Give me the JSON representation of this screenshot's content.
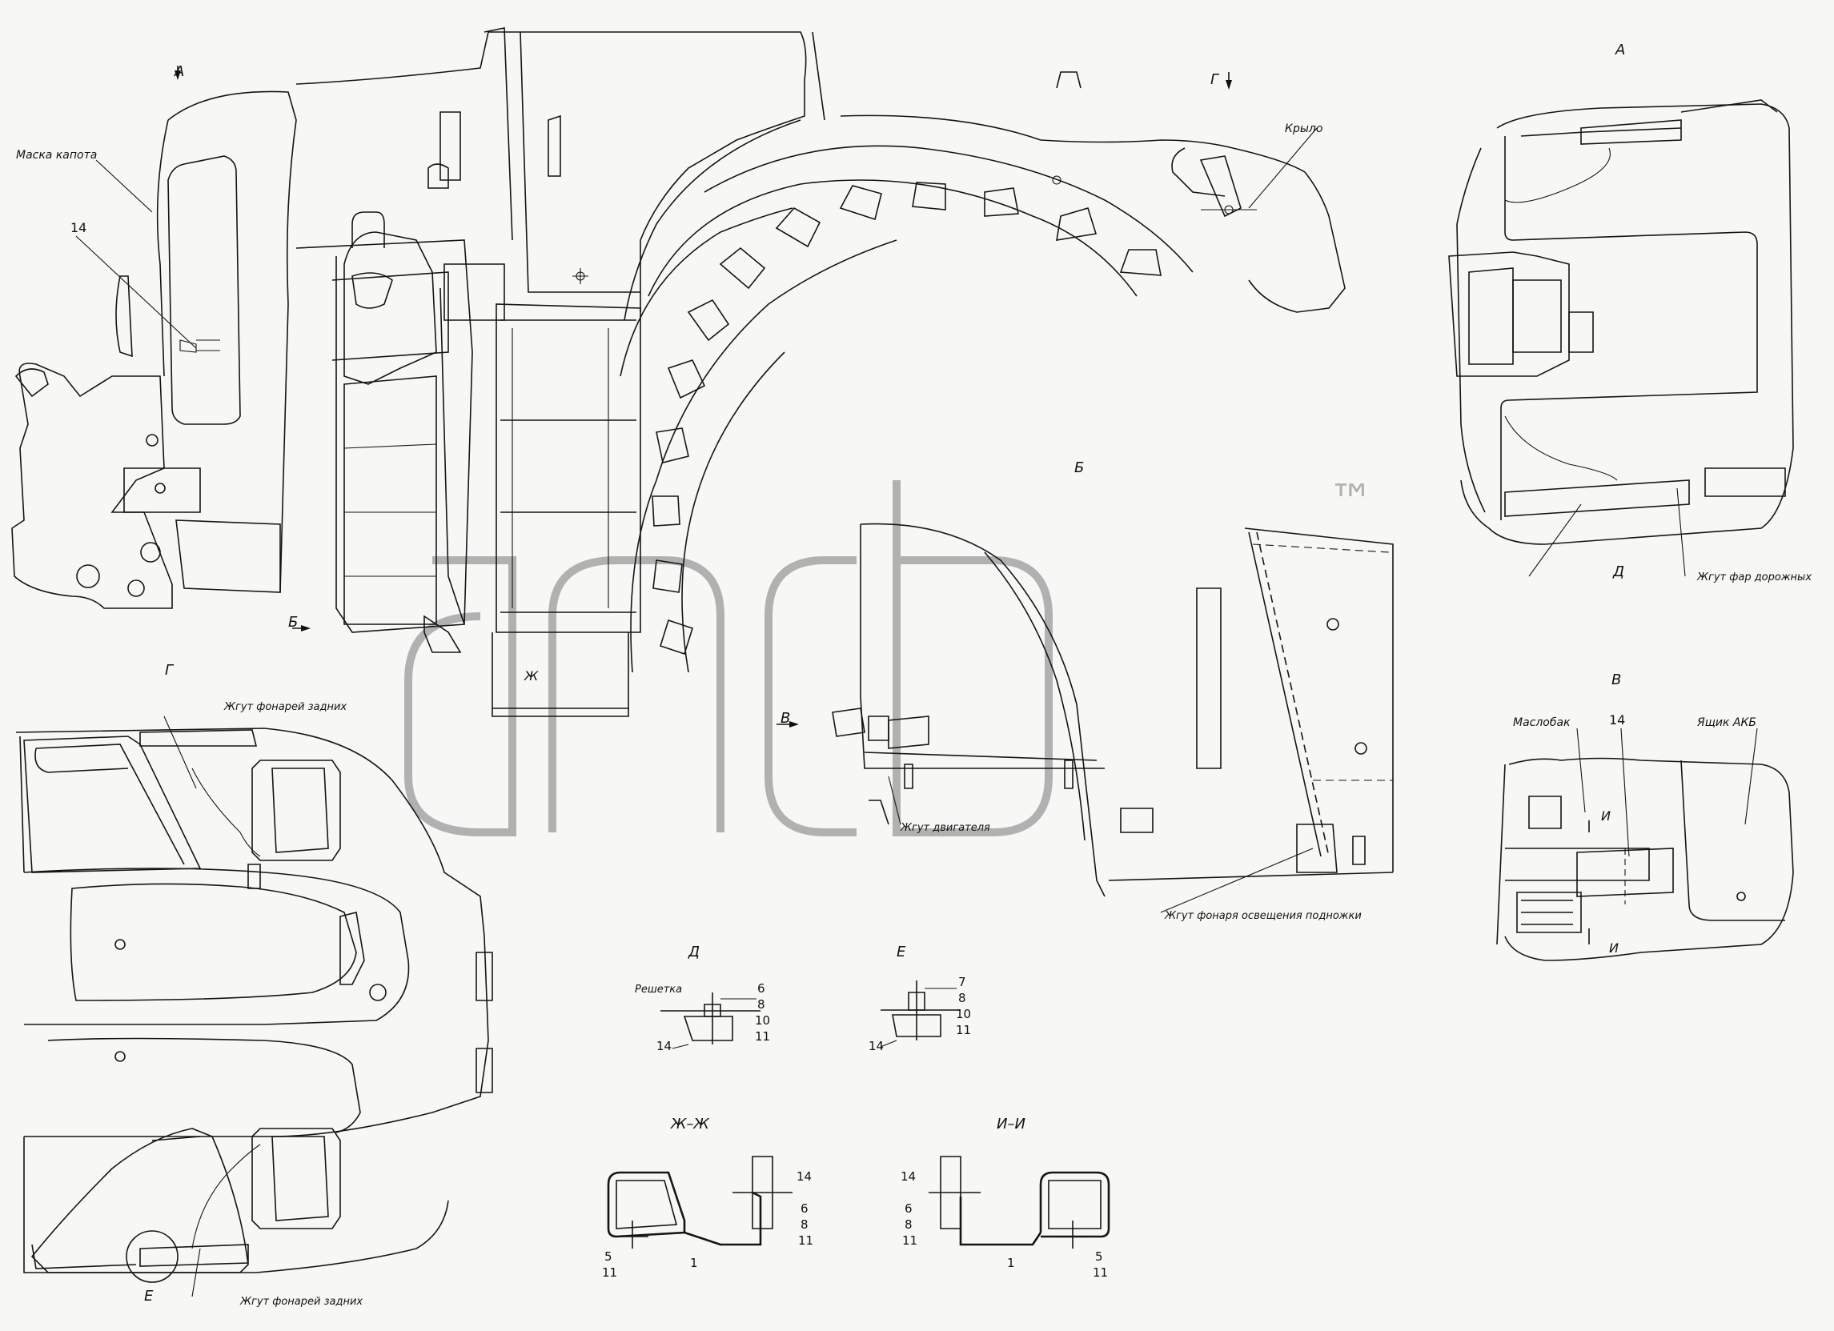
{
  "views": {
    "a_top": "А",
    "g_top": "Г",
    "a_right": "А",
    "b": "Б",
    "b_arrow": "Б",
    "v": "В",
    "v_arrow": "В",
    "g": "Г",
    "d": "Д",
    "d_mark": "Д",
    "e": "Е",
    "e_mark": "Е",
    "zh_mark": "Ж",
    "zh_section": "Ж–Ж",
    "i_section": "И–И",
    "i_mark_1": "И",
    "i_mark_2": "И"
  },
  "labels": {
    "mask": "Маска капота",
    "wing": "Крыло",
    "harness_rear_top": "Жгут фонарей задних",
    "harness_rear_bottom": "Жгут фонарей задних",
    "harness_engine": "Жгут двигателя",
    "harness_step": "Жгут фонаря освещения подножки",
    "harness_road": "Жгут фар дорожных",
    "oil_tank": "Маслобак",
    "battery_box": "Ящик АКБ",
    "grille": "Решетка"
  },
  "numbers": {
    "pos14_left": "14",
    "pos14_v": "14",
    "d_14": "14",
    "d_6": "6",
    "d_8": "8",
    "d_10": "10",
    "d_11": "11",
    "e_7": "7",
    "e_8": "8",
    "e_10": "10",
    "e_11": "11",
    "e_14": "14",
    "zh_14": "14",
    "zh_6": "6",
    "zh_8": "8",
    "zh_11": "11",
    "zh_5": "5",
    "zh_11b": "11",
    "zh_1": "1",
    "i_14": "14",
    "i_6": "6",
    "i_8": "8",
    "i_11": "11",
    "i_5": "5",
    "i_11b": "11",
    "i_1": "1"
  },
  "watermark": {
    "text": "™"
  }
}
